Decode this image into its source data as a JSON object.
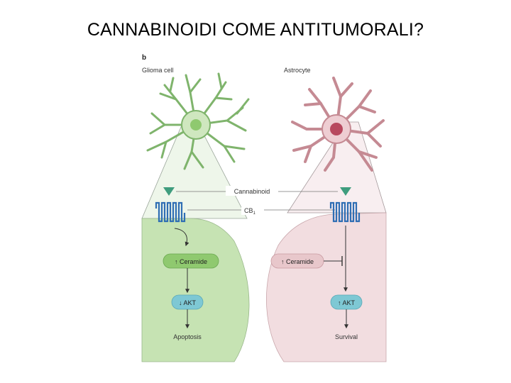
{
  "slide": {
    "title": "CANNABINOIDI COME ANTITUMORALI?"
  },
  "figure": {
    "panel_letter": "b",
    "left_cell": "Glioma cell",
    "right_cell": "Astrocyte",
    "ligand_label": "Cannabinoid",
    "receptor_label": "CB",
    "receptor_sub": "1",
    "left_ceramide": "↑ Ceramide",
    "right_ceramide": "↑ Ceramide",
    "left_akt": "↓ AKT",
    "right_akt": "↑ AKT",
    "left_outcome": "Apoptosis",
    "right_outcome": "Survival"
  },
  "colors": {
    "glioma_fill": "#c6e3b3",
    "glioma_stroke": "#7fb46c",
    "astro_fill": "#f2dde0",
    "astro_stroke": "#c58a93",
    "node_green": "#8fc96f",
    "node_pink": "#e8c7cb",
    "node_teal": "#7ec8d4",
    "receptor": "#2f6eb4",
    "ligand": "#3f9d7e"
  }
}
